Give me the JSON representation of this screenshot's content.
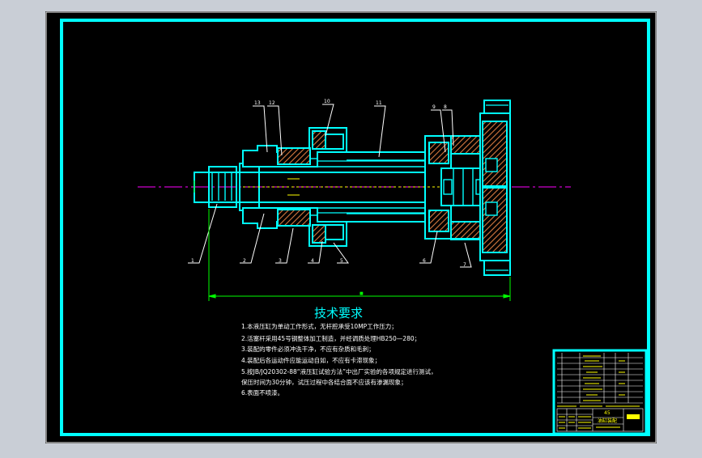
{
  "colors": {
    "background": "#000000",
    "border": "#00ffff",
    "outer_frame": "#ffffff",
    "center_line": "#ff00ff",
    "hatch": "#d77a40",
    "text": "#ffffff",
    "heading": "#00ffff",
    "title_block_text": "#ffff00",
    "dimension": "#00ff00"
  },
  "drawing": {
    "balloons": {
      "top": [
        "13",
        "12",
        "10",
        "11",
        "9",
        "8"
      ],
      "bottom": [
        "1",
        "2",
        "3",
        "4",
        "5",
        "6",
        "7"
      ]
    },
    "dimension_label": "■"
  },
  "tech_requirements": {
    "heading": "技术要求",
    "lines": [
      "1.本液压缸为单动工作形式，无杆腔承受10MP工作压力；",
      "2.活塞杆采用45号钢整体加工制造，并经调质处理HB250—280；",
      "3.装配的零件必须冲洗干净，不应有杂质和毛刺；",
      "4.装配后各运动件应能运动自如，不应有卡滞现象；",
      "5.按JB/JQ20302-88“液压缸试验方法”中出厂实验的各项规定进行测试，",
      "保压时间为30分钟，试压过程中各结合面不应该有渗漏现象；",
      "6.表面不喷漆。"
    ]
  },
  "title_block": {
    "material": "45",
    "title_name": "油缸装配"
  }
}
